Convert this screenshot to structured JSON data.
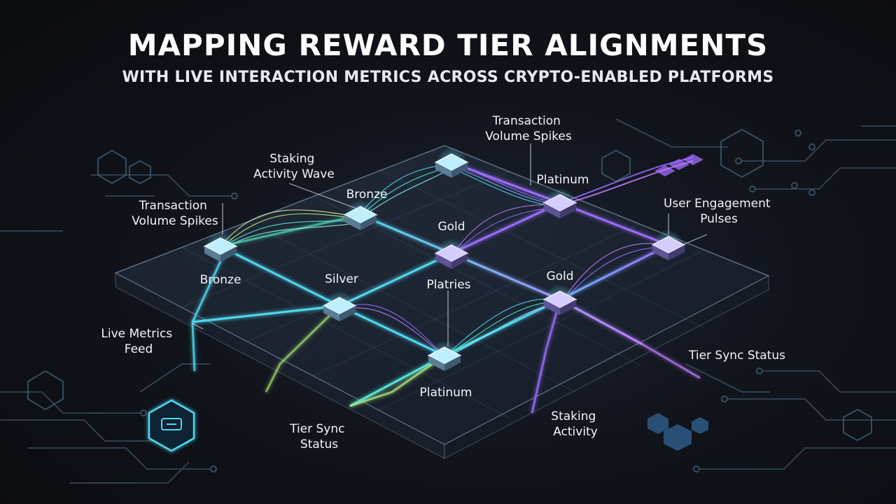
{
  "header": {
    "title": "MAPPING REWARD TIER ALIGNMENTS",
    "subtitle": "WITH LIVE INTERACTION METRICS ACROSS CRYPTO-ENABLED PLATFORMS"
  },
  "labels": {
    "transaction_volume_spikes_top": [
      "Transaction",
      "Volume Spikes"
    ],
    "staking_activity_wave": [
      "Staking",
      "Activity Wave"
    ],
    "transaction_volume_spikes_left": [
      "Transaction",
      "Volume Spikes"
    ],
    "user_engagement_pulses": [
      "User Engagement",
      "Pulses"
    ],
    "live_metrics_feed": [
      "Live Metrics",
      "Feed"
    ],
    "tier_sync_status_right": [
      "Tier Sync Status"
    ],
    "tier_sync_status_bottom": [
      "Tier Sync",
      "Status"
    ],
    "staking_activity_bottom": [
      "Staking",
      "Activity"
    ]
  },
  "tiers": {
    "bronze_left": "Bronze",
    "bronze_top": "Bronze",
    "gold_center": "Gold",
    "platinum_top": "Platinum",
    "silver": "Silver",
    "platries": "Platries",
    "gold_right": "Gold",
    "platinum_bottom": "Platinum"
  },
  "colors": {
    "cyan": "#4fd8f0",
    "teal": "#52e6c8",
    "lime": "#b6f07a",
    "violet": "#9b6cff",
    "magenta": "#c07cff",
    "circuit": "#3f5d72"
  }
}
